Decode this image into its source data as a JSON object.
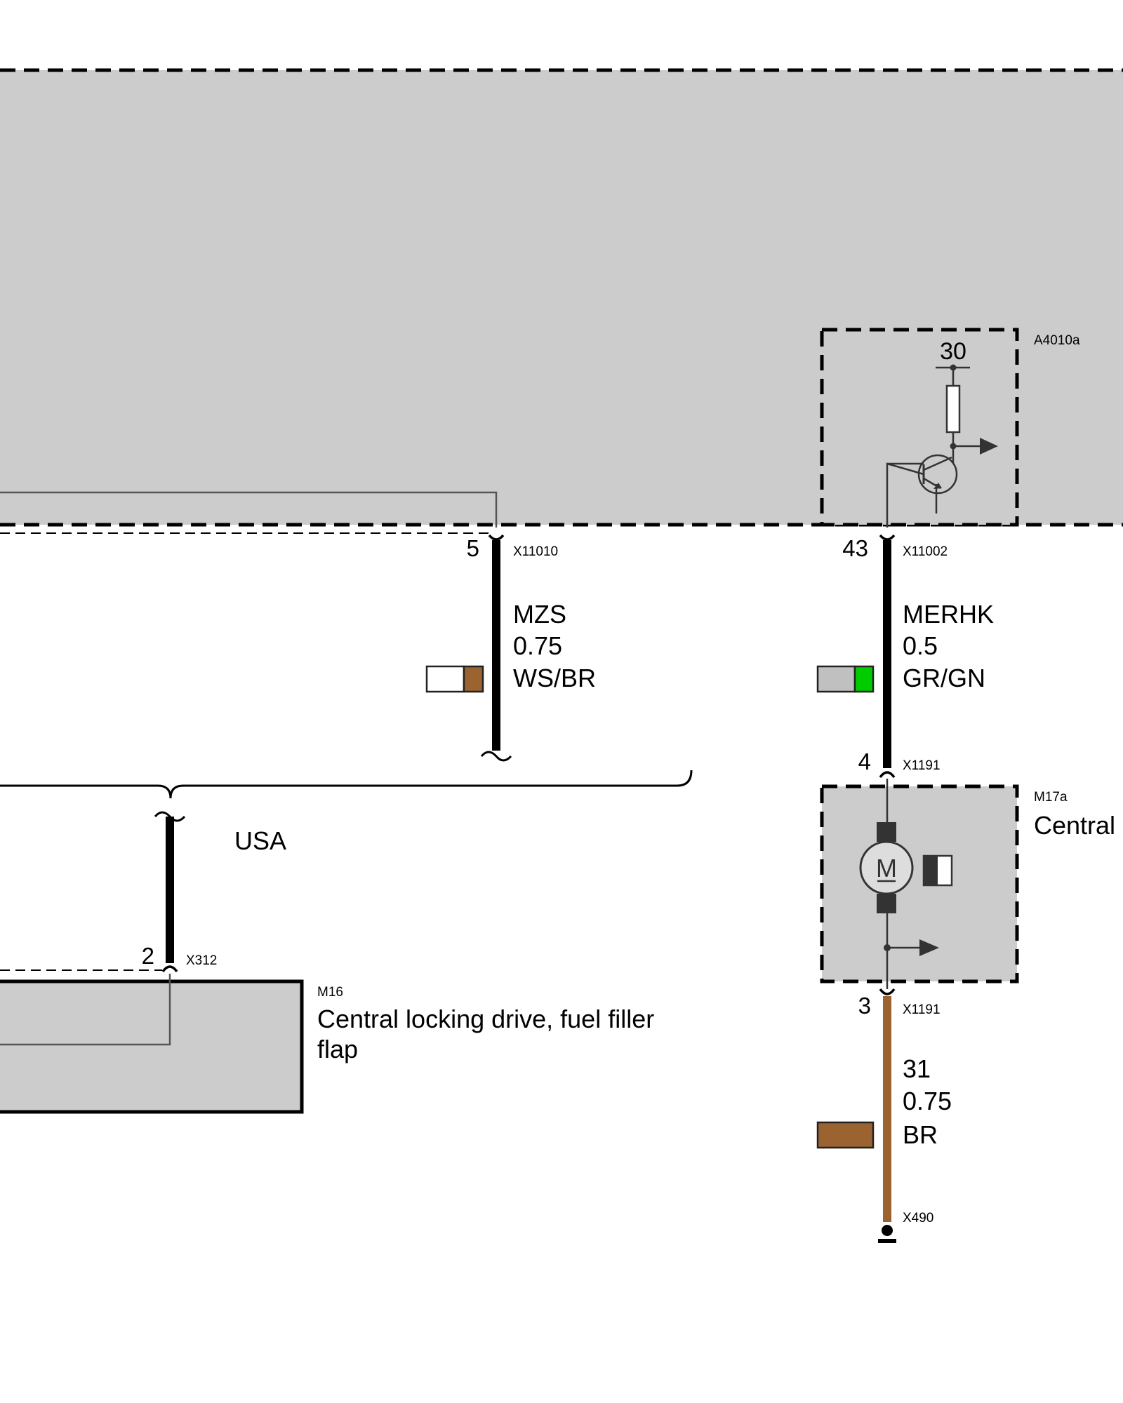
{
  "module_a4010a": {
    "id": "A4010a",
    "supply_pin": "30"
  },
  "wire_mzs": {
    "pin": "5",
    "connector": "X11010",
    "signal": "MZS",
    "gauge": "0.75",
    "color_code": "WS/BR",
    "colors": [
      "#ffffff",
      "#9a6330"
    ]
  },
  "wire_merhk": {
    "pin_top": "43",
    "connector_top": "X11002",
    "signal": "MERHK",
    "gauge": "0.5",
    "color_code": "GR/GN",
    "colors": [
      "#c0c0c0",
      "#00cc00"
    ],
    "pin_bottom": "4",
    "connector_bottom": "X1191"
  },
  "option_label": "USA",
  "m16": {
    "pin": "2",
    "connector": "X312",
    "id": "M16",
    "name_line1": "Central locking drive, fuel filler",
    "name_line2": "flap"
  },
  "m17a": {
    "id": "M17a",
    "name": "Central",
    "motor_symbol": "M",
    "pin_bottom": "3",
    "connector_bottom": "X1191"
  },
  "wire_ground": {
    "signal": "31",
    "gauge": "0.75",
    "color_code": "BR",
    "colors": [
      "#9a6330"
    ],
    "ground_connector": "X490"
  },
  "colors": {
    "module_fill": "#cccccc",
    "wire_black": "#000000",
    "wire_brown": "#9a6330"
  }
}
